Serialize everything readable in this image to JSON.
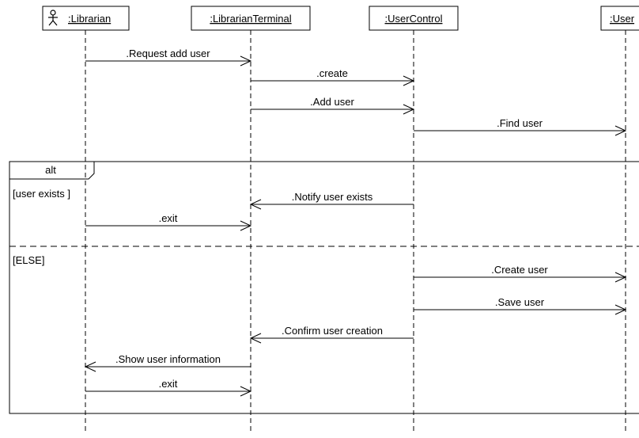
{
  "lifelines": [
    {
      "id": "librarian",
      "name": ":Librarian",
      "actor": true
    },
    {
      "id": "terminal",
      "name": ":LibrarianTerminal",
      "actor": false
    },
    {
      "id": "control",
      "name": ":UserControl",
      "actor": false
    },
    {
      "id": "user",
      "name": ":User",
      "actor": false
    }
  ],
  "messages": [
    {
      "from": "librarian",
      "to": "terminal",
      "label": ".Request add user"
    },
    {
      "from": "terminal",
      "to": "control",
      "label": ".create"
    },
    {
      "from": "terminal",
      "to": "control",
      "label": ".Add user"
    },
    {
      "from": "control",
      "to": "user",
      "label": ".Find user"
    },
    {
      "from": "control",
      "to": "terminal",
      "label": ".Notify user exists"
    },
    {
      "from": "librarian",
      "to": "terminal",
      "label": ".exit"
    },
    {
      "from": "control",
      "to": "user",
      "label": ".Create user"
    },
    {
      "from": "control",
      "to": "user",
      "label": ".Save user"
    },
    {
      "from": "control",
      "to": "terminal",
      "label": ".Confirm user creation"
    },
    {
      "from": "terminal",
      "to": "librarian",
      "label": ".Show user information"
    },
    {
      "from": "librarian",
      "to": "terminal",
      "label": ".exit"
    }
  ],
  "fragment": {
    "operator": "alt",
    "guards": [
      "[user exists ]",
      "[ELSE]"
    ]
  }
}
